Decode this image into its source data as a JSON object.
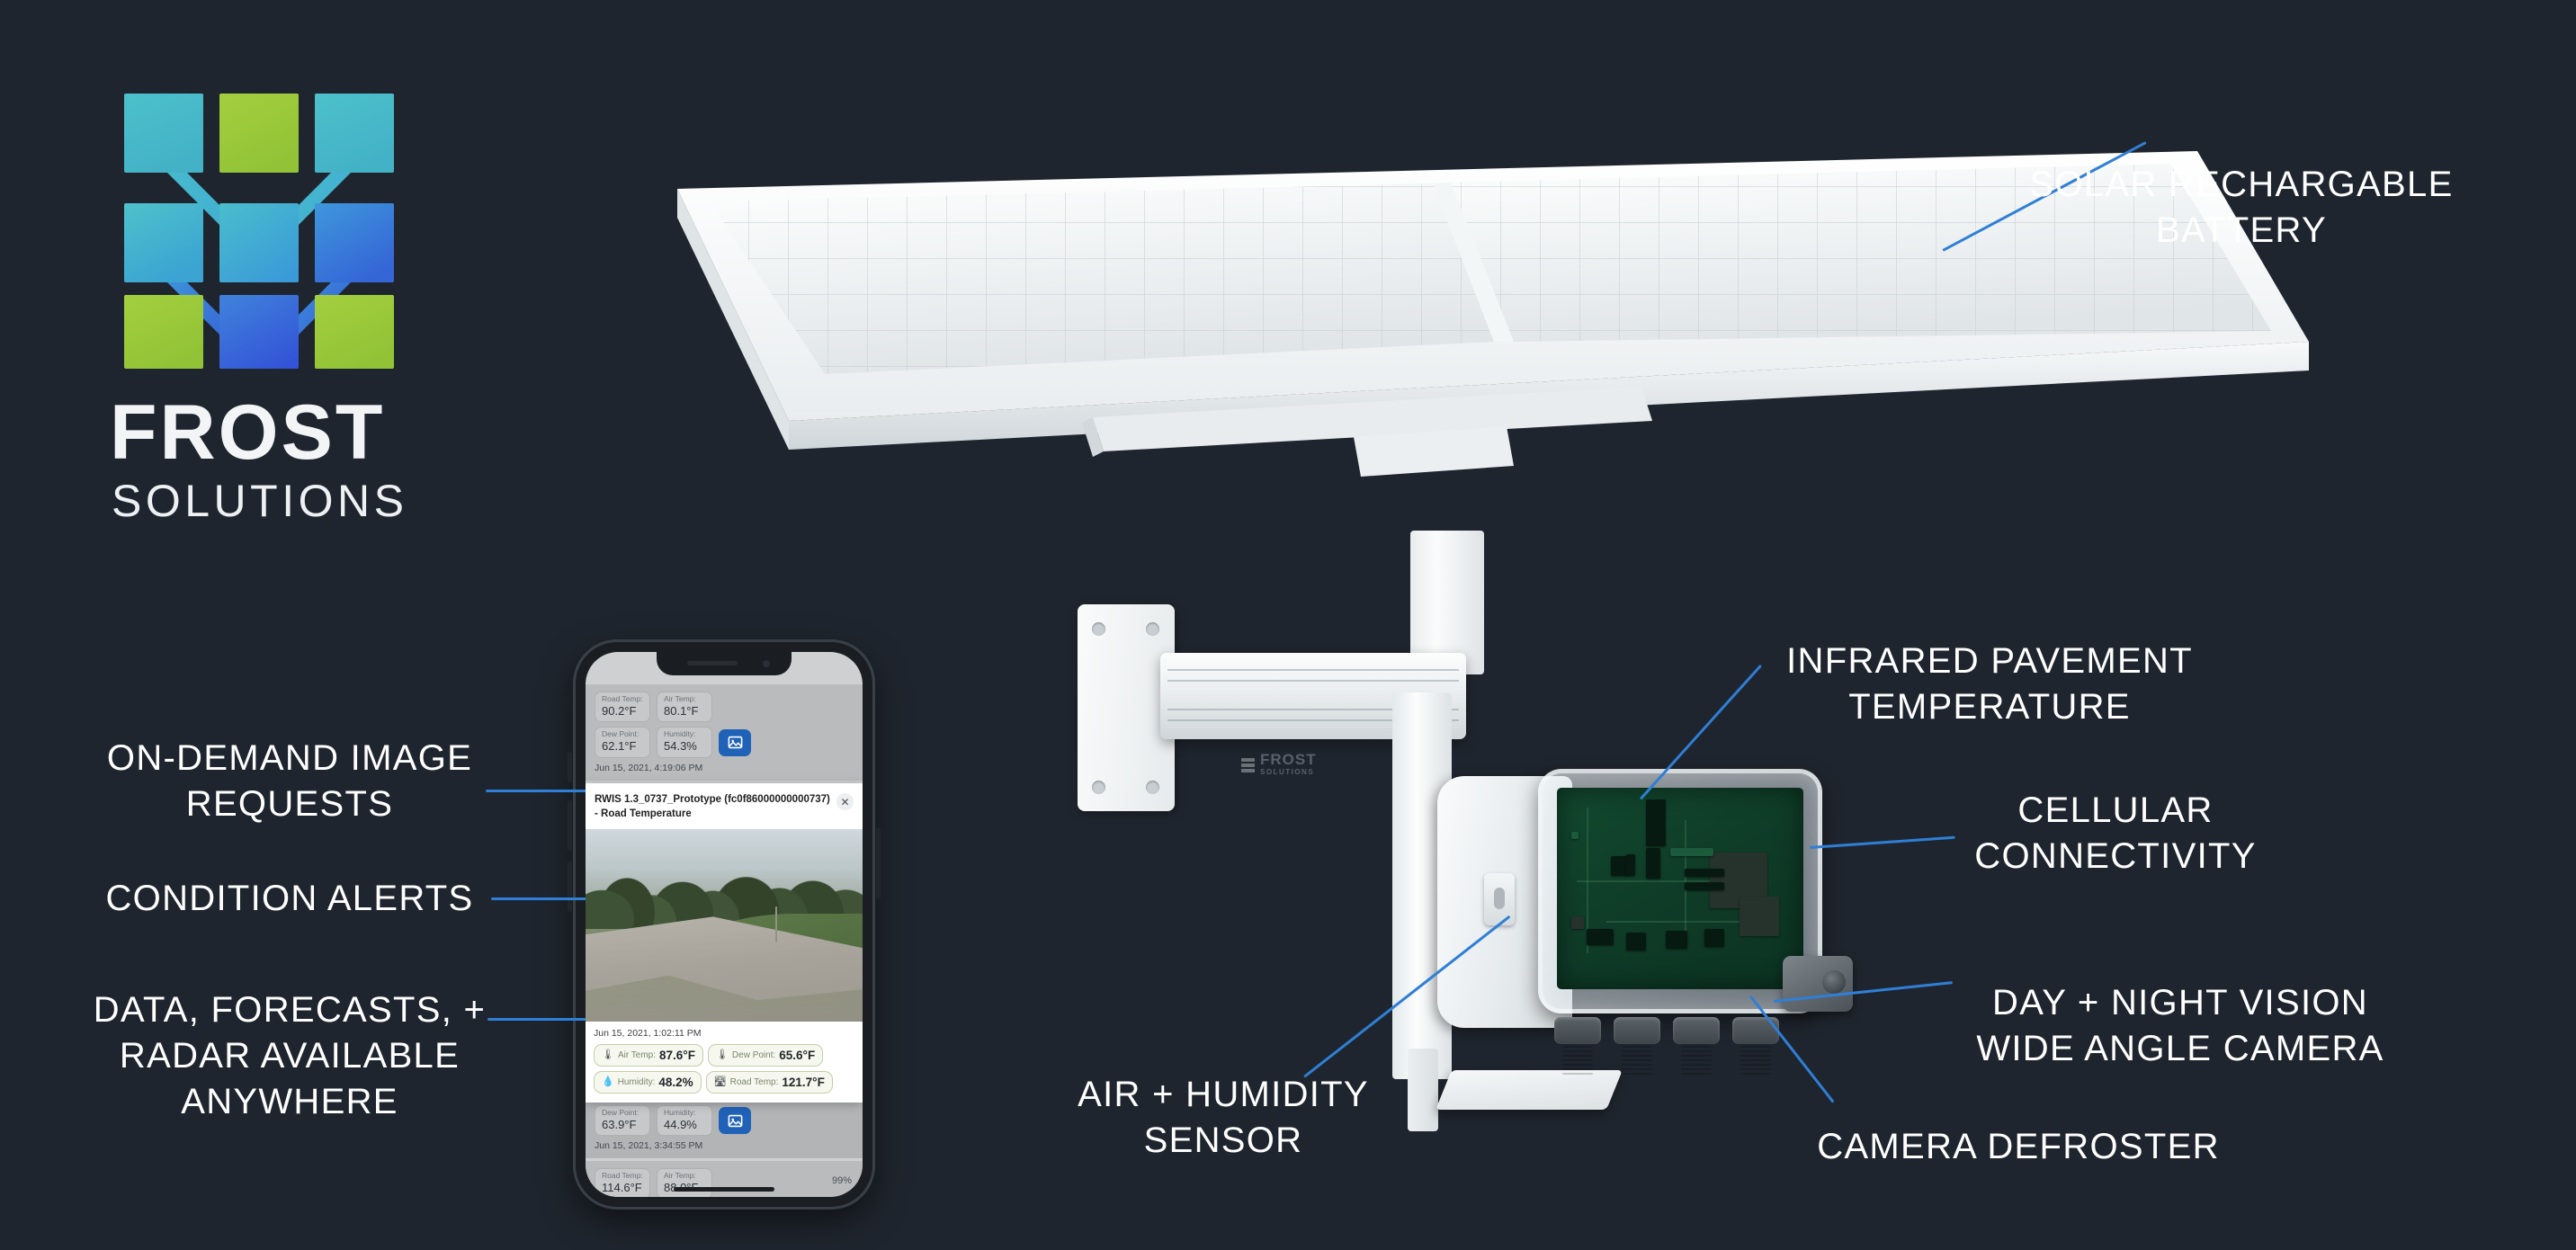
{
  "theme": {
    "background": "#1f252e",
    "accent_line": "#2f7fd6",
    "text": "#ffffff",
    "logo_teal": "#4bbcc9",
    "logo_green": "#9bcb3b",
    "logo_blue": "#3569d4"
  },
  "brand": {
    "name_line1": "FROST",
    "name_line2": "SOLUTIONS",
    "device_brand": "FROST",
    "device_brand_sub": "SOLUTIONS"
  },
  "callouts": {
    "solar_battery": "SOLAR RECHARGABLE\nBATTERY",
    "infrared_pavement": "INFRARED PAVEMENT\nTEMPERATURE",
    "cellular": "CELLULAR\nCONNECTIVITY",
    "day_night_camera": "DAY + NIGHT VISION\nWIDE ANGLE CAMERA",
    "camera_defroster": "CAMERA DEFROSTER",
    "air_humidity": "AIR + HUMIDITY\nSENSOR",
    "on_demand_image": "ON-DEMAND IMAGE\nREQUESTS",
    "condition_alerts": "CONDITION ALERTS",
    "data_forecasts": "DATA, FORECASTS, +\nRADAR AVAILABLE\nANYWHERE"
  },
  "phone": {
    "battery": "99%",
    "modal": {
      "title": "RWIS 1.3_0737_Prototype (fc0f86000000000737) - Road Temperature",
      "close_icon": "close-icon",
      "photo_timestamp": "Jun 15, 2021, 1:02:11 PM",
      "readings": [
        {
          "icon": "thermometer-icon",
          "glyph": "🌡",
          "label": "Air Temp:",
          "value": "87.6°F"
        },
        {
          "icon": "dewpoint-icon",
          "glyph": "🌡",
          "label": "Dew Point:",
          "value": "65.6°F"
        },
        {
          "icon": "humidity-icon",
          "glyph": "💧",
          "label": "Humidity:",
          "value": "48.2%"
        },
        {
          "icon": "road-temp-icon",
          "glyph": "🛣",
          "label": "Road Temp:",
          "value": "121.7°F"
        }
      ]
    },
    "cards": [
      {
        "timestamp": "Jun 15, 2021, 4:19:06 PM",
        "fields": [
          {
            "key": "Road Temp:",
            "value": "90.2°F"
          },
          {
            "key": "Air Temp:",
            "value": "80.1°F"
          },
          {
            "key": "Dew Point:",
            "value": "62.1°F"
          },
          {
            "key": "Humidity:",
            "value": "54.3%"
          }
        ],
        "image_button": "image-request-button"
      },
      {
        "timestamp": "Jun 15, 2021, 3:34:55 PM",
        "fields": [
          {
            "key": "Dew Point:",
            "value": "63.9°F"
          },
          {
            "key": "Humidity:",
            "value": "44.9%"
          }
        ],
        "image_button": "image-request-button"
      },
      {
        "timestamp": "",
        "fields": [
          {
            "key": "Road Temp:",
            "value": "114.6°F"
          },
          {
            "key": "Air Temp:",
            "value": "88.0°F"
          }
        ],
        "image_button": ""
      }
    ]
  }
}
